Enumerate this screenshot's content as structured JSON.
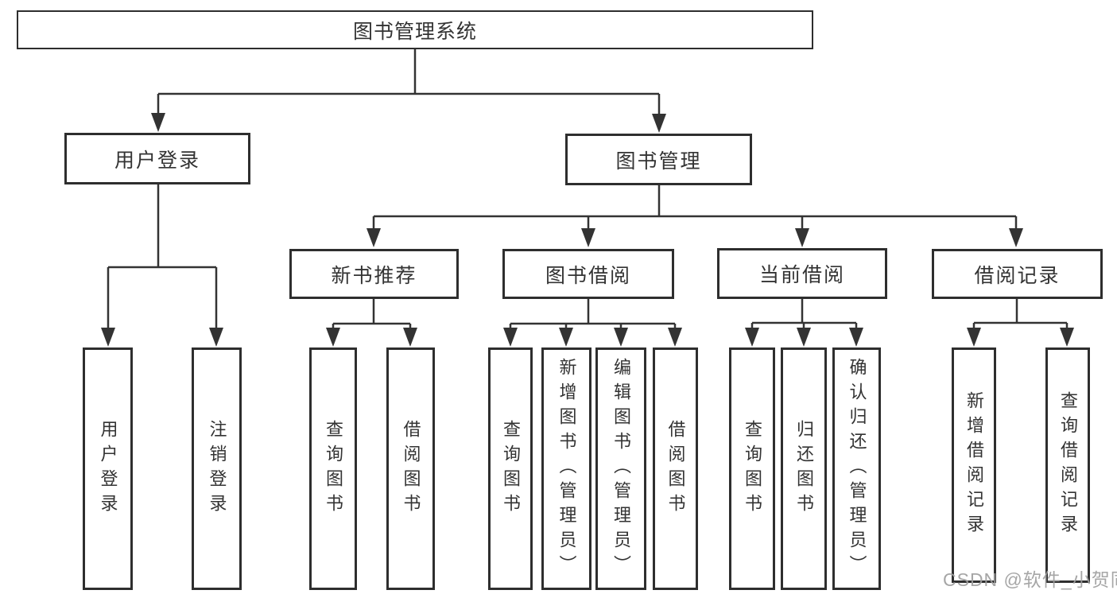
{
  "root": {
    "label": "图书管理系统"
  },
  "level2": [
    {
      "label": "用户登录"
    },
    {
      "label": "图书管理"
    }
  ],
  "level3": [
    {
      "label": "新书推荐"
    },
    {
      "label": "图书借阅"
    },
    {
      "label": "当前借阅"
    },
    {
      "label": "借阅记录"
    }
  ],
  "leaves": [
    {
      "label": "用户登录",
      "parent": "用户登录"
    },
    {
      "label": "注销登录",
      "parent": "用户登录"
    },
    {
      "label": "查询图书",
      "parent": "新书推荐"
    },
    {
      "label": "借阅图书",
      "parent": "新书推荐"
    },
    {
      "label": "查询图书",
      "parent": "图书借阅"
    },
    {
      "label": "新增图书（管理员）",
      "parent": "图书借阅"
    },
    {
      "label": "编辑图书（管理员）",
      "parent": "图书借阅"
    },
    {
      "label": "借阅图书",
      "parent": "图书借阅"
    },
    {
      "label": "查询图书",
      "parent": "当前借阅"
    },
    {
      "label": "归还图书",
      "parent": "当前借阅"
    },
    {
      "label": "确认归还（管理员）",
      "parent": "当前借阅"
    },
    {
      "label": "新增借阅记录",
      "parent": "借阅记录"
    },
    {
      "label": "查询借阅记录",
      "parent": "借阅记录"
    }
  ],
  "watermark": "CSDN @软件_小贺同学",
  "colors": {
    "line": "#333333",
    "text": "#333333",
    "background": "#ffffff",
    "watermark": "#9e9e9e"
  }
}
